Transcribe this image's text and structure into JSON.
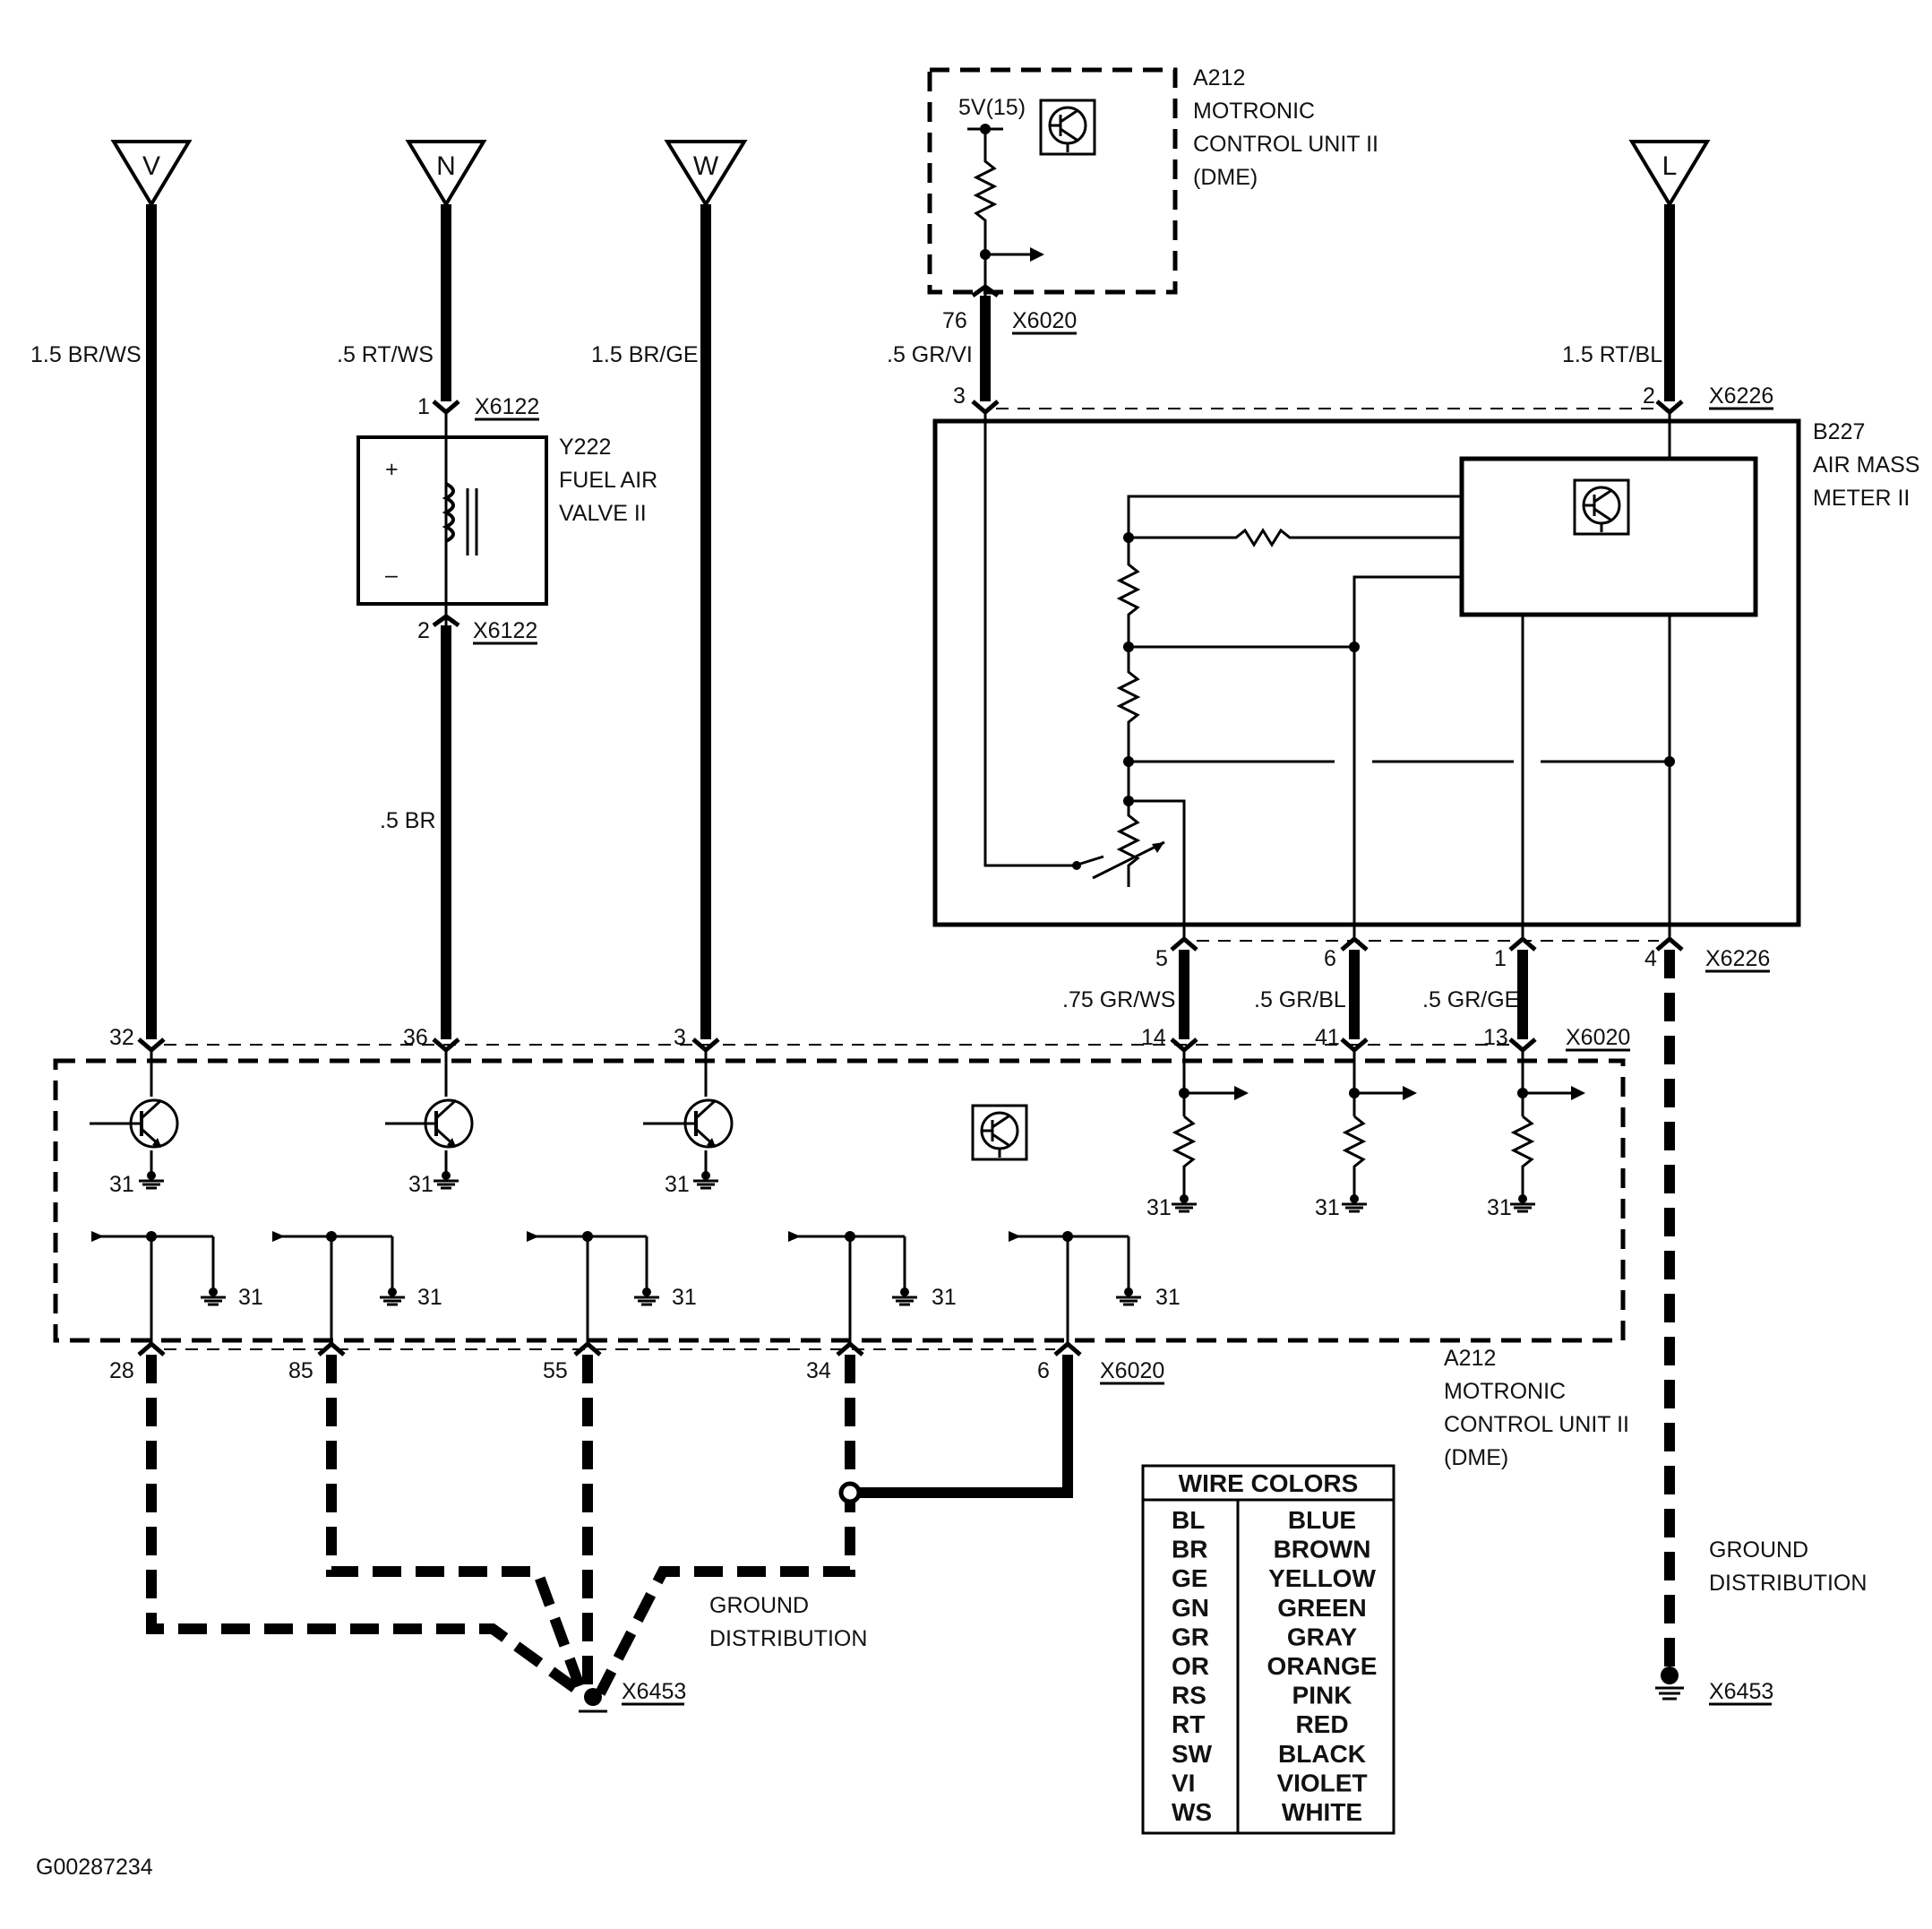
{
  "terminals": {
    "v": "V",
    "n": "N",
    "w": "W",
    "l": "L"
  },
  "wires": {
    "v": "1.5 BR/WS",
    "n": ".5 RT/WS",
    "w": "1.5 BR/GE",
    "dme_top": ".5 GR/VI",
    "l": "1.5 RT/BL",
    "n_lower": ".5 BR",
    "p5": ".75 GR/WS",
    "p6": ".5 GR/BL",
    "p1": ".5 GR/GE"
  },
  "dme_top": {
    "voltage": "5V(15)",
    "title": [
      "A212",
      "MOTRONIC",
      "CONTROL UNIT II",
      "(DME)"
    ]
  },
  "y222": {
    "title": [
      "Y222",
      "FUEL AIR",
      "VALVE II"
    ],
    "plus": "+",
    "minus": "–"
  },
  "b227": {
    "title": [
      "B227",
      "AIR MASS",
      "METER II"
    ]
  },
  "dme_bottom": {
    "title": [
      "A212",
      "MOTRONIC",
      "CONTROL UNIT II",
      "(DME)"
    ]
  },
  "connectors": {
    "x6122": "X6122",
    "x6020": "X6020",
    "x6226": "X6226",
    "x6453": "X6453"
  },
  "pins": {
    "y222_in": "1",
    "y222_out": "2",
    "dme_76": "76",
    "dme_3": "3",
    "l_2": "2",
    "b_5": "5",
    "b_6": "6",
    "b_1": "1",
    "b_4": "4",
    "c_32": "32",
    "c_36": "36",
    "c_3": "3",
    "c_14": "14",
    "c_41": "41",
    "c_13": "13",
    "g_28": "28",
    "g_85": "85",
    "g_55": "55",
    "g_34": "34",
    "g_6": "6",
    "ground_31": "31"
  },
  "ground_distribution": [
    "GROUND",
    "DISTRIBUTION"
  ],
  "legend": {
    "title": "WIRE COLORS",
    "rows": [
      [
        "BL",
        "BLUE"
      ],
      [
        "BR",
        "BROWN"
      ],
      [
        "GE",
        "YELLOW"
      ],
      [
        "GN",
        "GREEN"
      ],
      [
        "GR",
        "GRAY"
      ],
      [
        "OR",
        "ORANGE"
      ],
      [
        "RS",
        "PINK"
      ],
      [
        "RT",
        "RED"
      ],
      [
        "SW",
        "BLACK"
      ],
      [
        "VI",
        "VIOLET"
      ],
      [
        "WS",
        "WHITE"
      ]
    ]
  },
  "figure_id": "G00287234"
}
